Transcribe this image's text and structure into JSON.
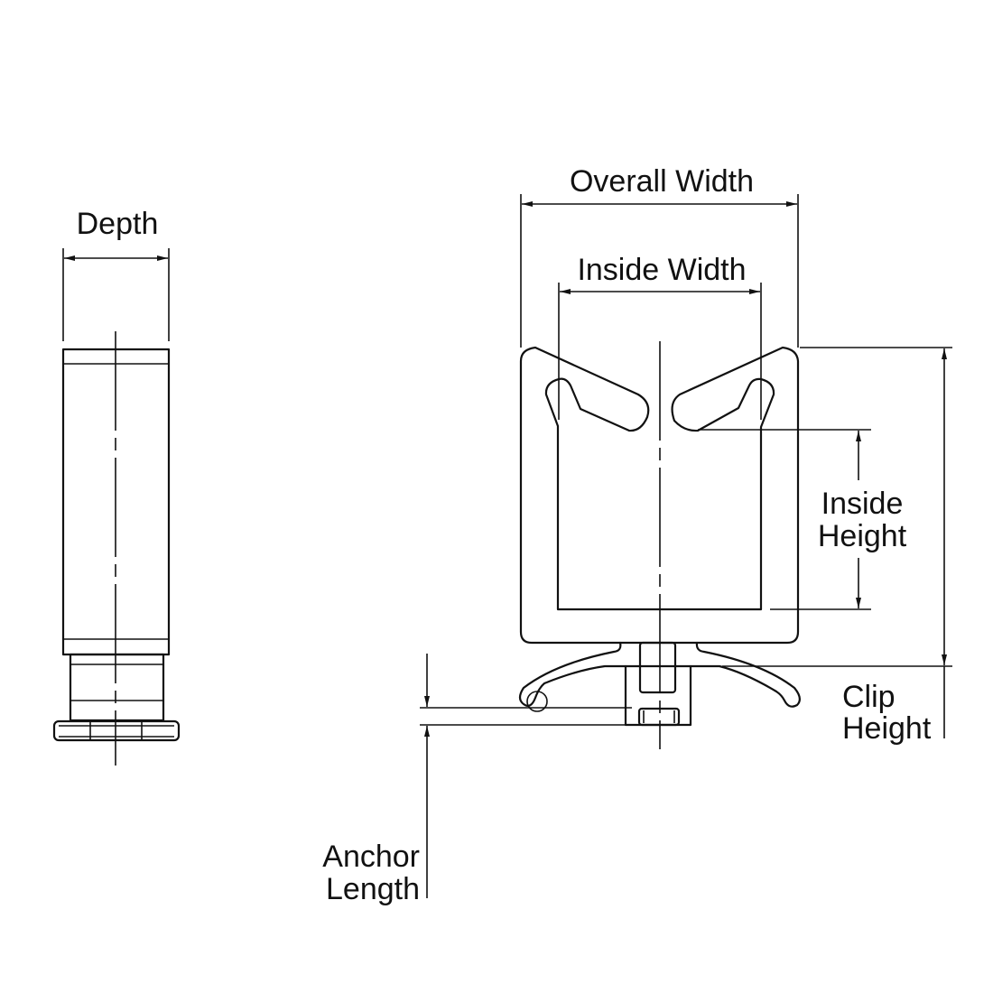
{
  "labels": {
    "depth": "Depth",
    "overall_width": "Overall Width",
    "inside_width": "Inside Width",
    "inside_height_line1": "Inside",
    "inside_height_line2": "Height",
    "clip_height_line1": "Clip",
    "clip_height_line2": "Height",
    "anchor_length_line1": "Anchor",
    "anchor_length_line2": "Length"
  },
  "colors": {
    "line": "#111111",
    "background": "#ffffff"
  }
}
